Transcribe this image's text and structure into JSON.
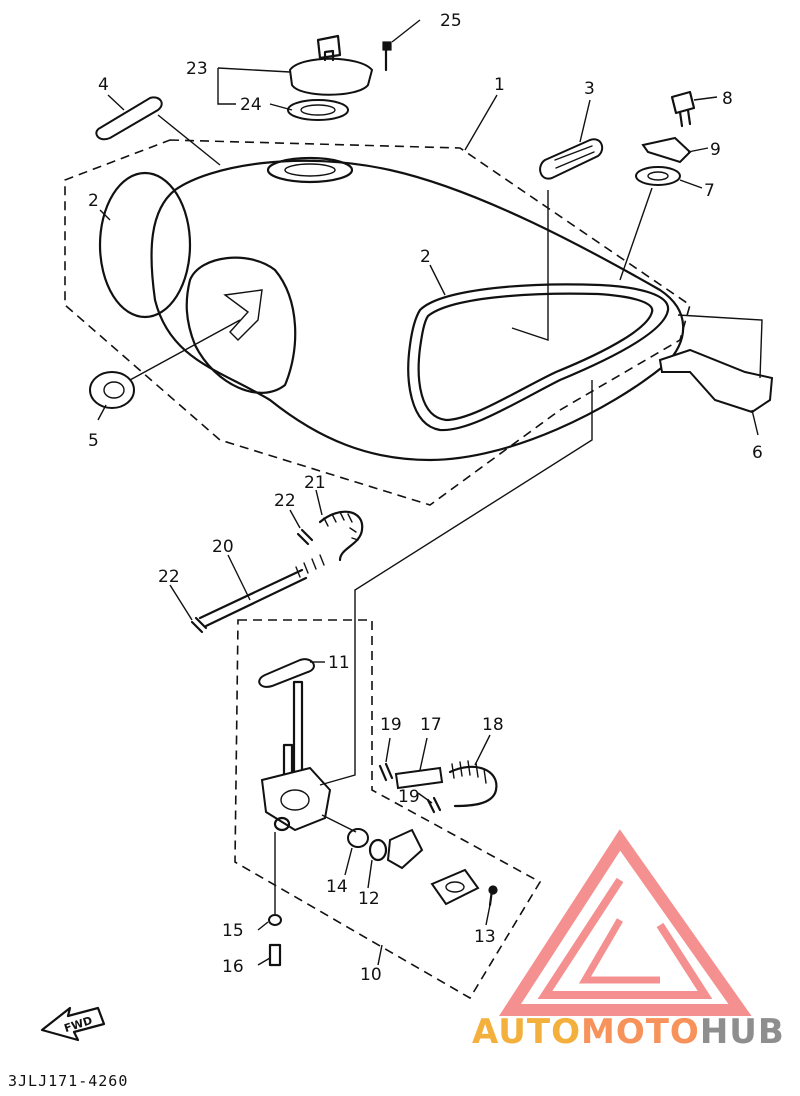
{
  "diagram": {
    "callouts": [
      {
        "id": "25",
        "text": "25"
      },
      {
        "id": "23",
        "text": "23"
      },
      {
        "id": "24",
        "text": "24"
      },
      {
        "id": "1",
        "text": "1"
      },
      {
        "id": "3",
        "text": "3"
      },
      {
        "id": "8",
        "text": "8"
      },
      {
        "id": "9",
        "text": "9"
      },
      {
        "id": "7",
        "text": "7"
      },
      {
        "id": "4",
        "text": "4"
      },
      {
        "id": "2a",
        "text": "2"
      },
      {
        "id": "2b",
        "text": "2"
      },
      {
        "id": "5",
        "text": "5"
      },
      {
        "id": "6",
        "text": "6"
      },
      {
        "id": "21",
        "text": "21"
      },
      {
        "id": "22a",
        "text": "22"
      },
      {
        "id": "20",
        "text": "20"
      },
      {
        "id": "22b",
        "text": "22"
      },
      {
        "id": "11",
        "text": "11"
      },
      {
        "id": "19a",
        "text": "19"
      },
      {
        "id": "17",
        "text": "17"
      },
      {
        "id": "18",
        "text": "18"
      },
      {
        "id": "19b",
        "text": "19"
      },
      {
        "id": "14",
        "text": "14"
      },
      {
        "id": "12",
        "text": "12"
      },
      {
        "id": "15",
        "text": "15"
      },
      {
        "id": "13",
        "text": "13"
      },
      {
        "id": "16",
        "text": "16"
      },
      {
        "id": "10",
        "text": "10"
      }
    ],
    "fwd_label": "FWD",
    "part_code": "3JLJ171-4260"
  },
  "watermark": {
    "part1": "AUTO",
    "part2": "MOTO",
    "part3": "HUB",
    "colors": {
      "logo": "#f26b6b",
      "auto": "#f4b03c",
      "moto": "#f7925a",
      "hub": "#8e8e8e"
    }
  }
}
